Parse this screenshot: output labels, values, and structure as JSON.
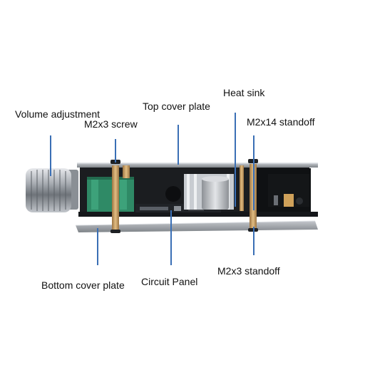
{
  "labels": {
    "volume_adjustment": "Volume adjustment",
    "m2x3_screw": "M2x3 screw",
    "top_cover_plate": "Top cover plate",
    "heat_sink": "Heat sink",
    "m2x14_standoff": "M2x14 standoff",
    "bottom_cover_plate": "Bottom cover plate",
    "circuit_panel": "Circuit Panel",
    "m2x3_standoff": "M2x3 standoff"
  },
  "colors": {
    "leader_line": "#3a6fb5",
    "acrylic_plate": "#9a9ea4",
    "pcb": "#17191c",
    "brass_standoff": "#c9a064",
    "knob_silver": "#a9adb2",
    "heat_sink": "#c8ccd1",
    "capacitor_green": "#2f8a66"
  }
}
